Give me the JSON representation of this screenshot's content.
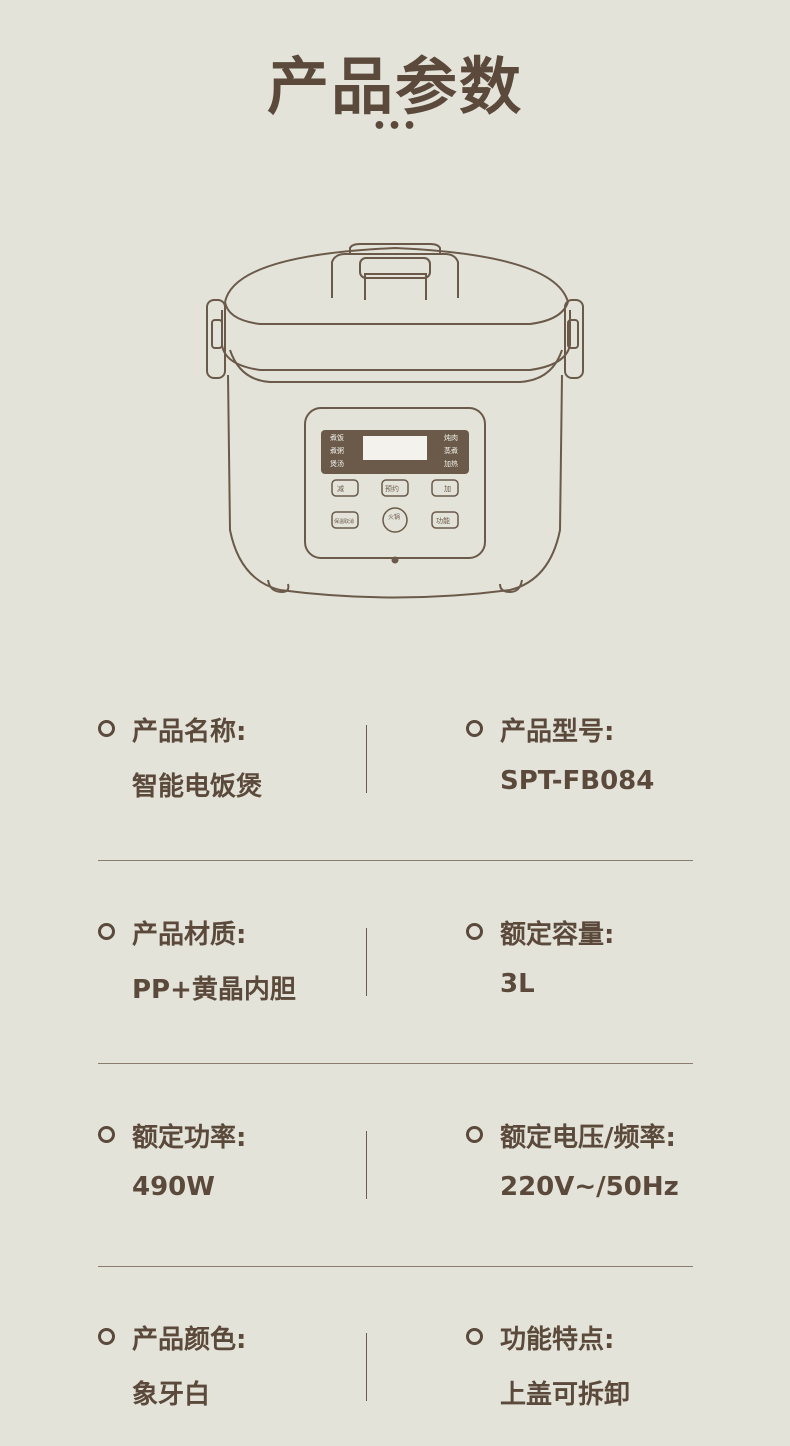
{
  "page": {
    "title": "产品参数",
    "dots": "•••"
  },
  "product_image": {
    "icon": "rice-cooker-line-drawing",
    "panel_labels": {
      "left": [
        "煮饭",
        "煮粥",
        "煲汤"
      ],
      "right": [
        "炖肉",
        "蒸煮",
        "加热"
      ],
      "buttons": [
        "减",
        "预约",
        "加",
        "保温取消",
        "火锅",
        "功能"
      ]
    }
  },
  "specs": [
    {
      "left": {
        "label": "产品名称:",
        "value": "智能电饭煲"
      },
      "right": {
        "label": "产品型号:",
        "value": "SPT-FB084"
      }
    },
    {
      "left": {
        "label": "产品材质:",
        "value": "PP+黄晶内胆"
      },
      "right": {
        "label": "额定容量:",
        "value": "3L"
      }
    },
    {
      "left": {
        "label": "额定功率:",
        "value": "490W"
      },
      "right": {
        "label": "额定电压/频率:",
        "value": "220V~/50Hz"
      }
    },
    {
      "left": {
        "label": "产品颜色:",
        "value": "象牙白"
      },
      "right": {
        "label": "功能特点:",
        "value": "上盖可拆卸"
      }
    }
  ],
  "colors": {
    "background": "#e3e3d9",
    "text": "#5b4a3b",
    "line": "#8a7c6e"
  }
}
